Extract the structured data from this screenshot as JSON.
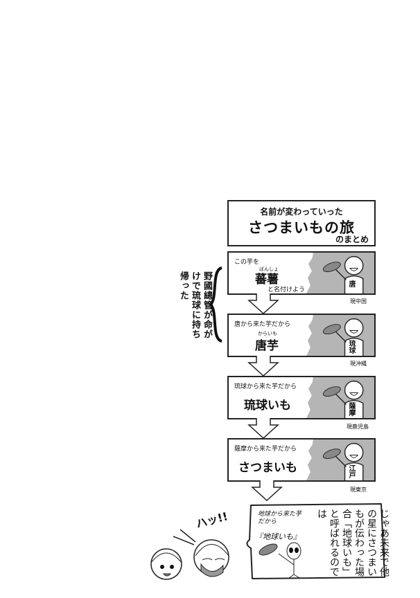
{
  "title": {
    "line1": "名前が変わっていった",
    "main": "さつまいもの旅",
    "line3": "のまとめ"
  },
  "side_note": "野國總管が命がけで琉球に持ち帰った",
  "panels": [
    {
      "lead": "この芋を",
      "ruby": "ばんしょ",
      "name": "蕃薯",
      "after": "と名付けよう",
      "speaker": "唐",
      "place": "現中国"
    },
    {
      "lead": "唐から来た芋だから",
      "ruby": "からいも",
      "name": "唐芋",
      "speaker": "琉球",
      "place": "現沖縄"
    },
    {
      "lead": "琉球から来た芋だから",
      "name": "琉球いも",
      "speaker": "薩摩",
      "place": "現鹿児島"
    },
    {
      "lead": "薩摩から来た芋だから",
      "name": "さつまいも",
      "speaker": "江戸",
      "place": "現東京"
    }
  ],
  "bubble": {
    "text": "じゃあ未来で他の星にさつまいもが伝わった場合「地球いも」と呼ばれるのでは",
    "handwritten_lead": "地球から来た芋だから",
    "handwritten_name": "『地球いも』"
  },
  "sfx": "ハッ!!"
}
